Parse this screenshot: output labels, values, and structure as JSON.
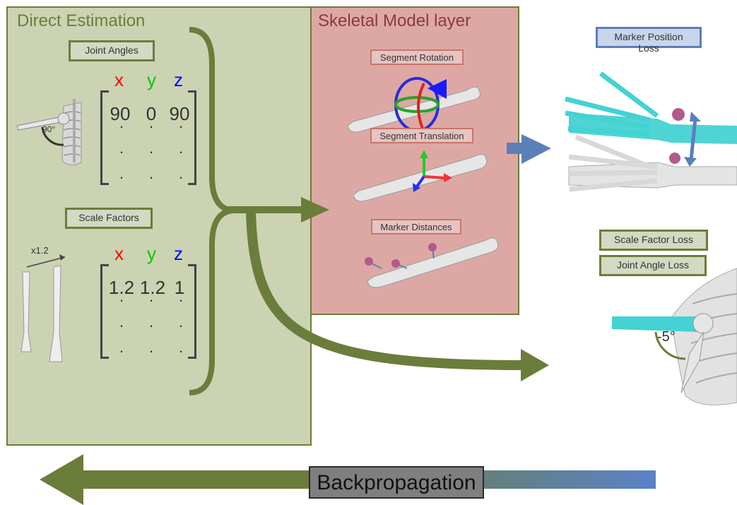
{
  "direct_estimation": {
    "title": "Direct Estimation",
    "joint_angles_label": "Joint Angles",
    "scale_factors_label": "Scale Factors",
    "axes": [
      "x",
      "y",
      "z"
    ],
    "joint_angle_values": [
      "90",
      "0",
      "90"
    ],
    "scale_factor_values": [
      "1.2",
      "1.2",
      "1"
    ],
    "shoulder_angle_annotation": "90°",
    "scale_annotation": "x1.2"
  },
  "skeletal_model": {
    "title": "Skeletal Model layer",
    "segment_rotation_label": "Segment Rotation",
    "segment_translation_label": "Segment Translation",
    "marker_distances_label": "Marker Distances"
  },
  "losses": {
    "marker_position_loss": "Marker Position Loss",
    "scale_factor_loss": "Scale Factor Loss",
    "joint_angle_loss": "Joint Angle Loss",
    "output_angle_annotation": "-5°"
  },
  "backpropagation_label": "Backpropagation",
  "colors": {
    "direct_panel": "#cbd3b3",
    "skeletal_panel": "#dda8a4",
    "arrow_green": "#6b7d3a",
    "arrow_blue": "#5b7fb7",
    "bone": "#e6e6e6",
    "bone_cyan": "#44d2d2",
    "marker": "#b25a8c",
    "x_axis": "#ff0000",
    "y_axis": "#00c800",
    "z_axis": "#0000ff"
  }
}
